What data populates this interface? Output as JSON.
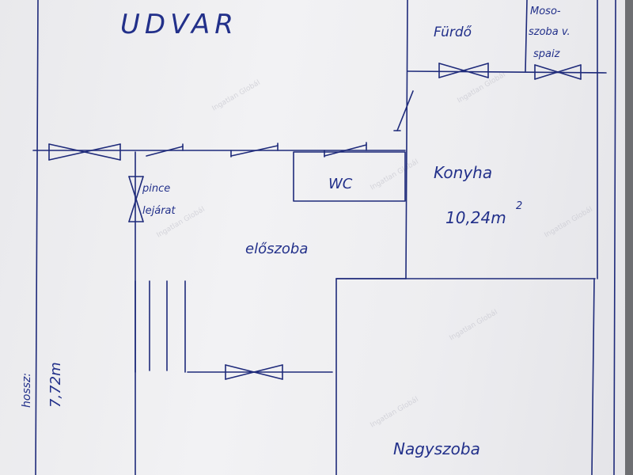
{
  "labels": {
    "courtyard": "UDVAR",
    "bathroom": "Fürdő",
    "laundry_line1": "Moso-",
    "laundry_line2": "szoba v.",
    "laundry_line3": "spaiz",
    "cellar_line1": "pince",
    "cellar_line2": "lejárat",
    "wc": "WC",
    "kitchen": "Konyha",
    "kitchen_area": "10,24m",
    "kitchen_area_sup": "2",
    "hallway": "előszoba",
    "big_room": "Nagyszoba",
    "length_label": "hossz:",
    "length_value": "7,72m"
  },
  "watermark": "Ingatlan Globál",
  "colors": {
    "ink": "#1e2a7a",
    "paper": "#eeeef1",
    "background": "#6e6f72"
  }
}
